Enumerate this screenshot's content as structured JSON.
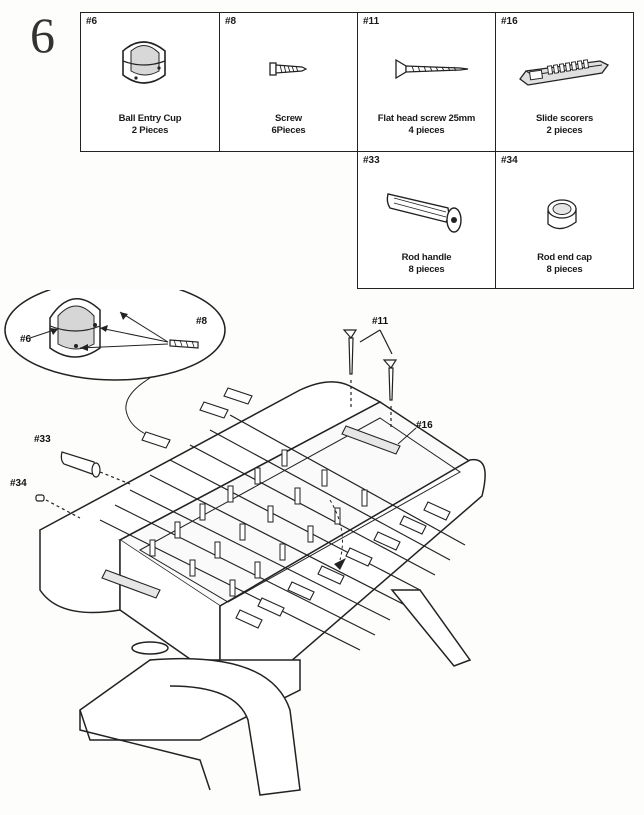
{
  "step": {
    "number": "6"
  },
  "parts": [
    {
      "id": "#6",
      "name": "Ball Entry Cup",
      "qty": "2 Pieces"
    },
    {
      "id": "#8",
      "name": "Screw",
      "qty": "6Pieces"
    },
    {
      "id": "#11",
      "name": "Flat head screw 25mm",
      "qty": "4 pieces"
    },
    {
      "id": "#16",
      "name": "Slide scorers",
      "qty": "2 pieces"
    },
    {
      "id": "#33",
      "name": "Rod handle",
      "qty": "8 pieces"
    },
    {
      "id": "#34",
      "name": "Rod end cap",
      "qty": "8 pieces"
    }
  ],
  "callouts": {
    "inset_cup": "#6",
    "inset_screw": "#8",
    "screws": "#11",
    "scorer": "#16",
    "handle": "#33",
    "endcap": "#34"
  }
}
